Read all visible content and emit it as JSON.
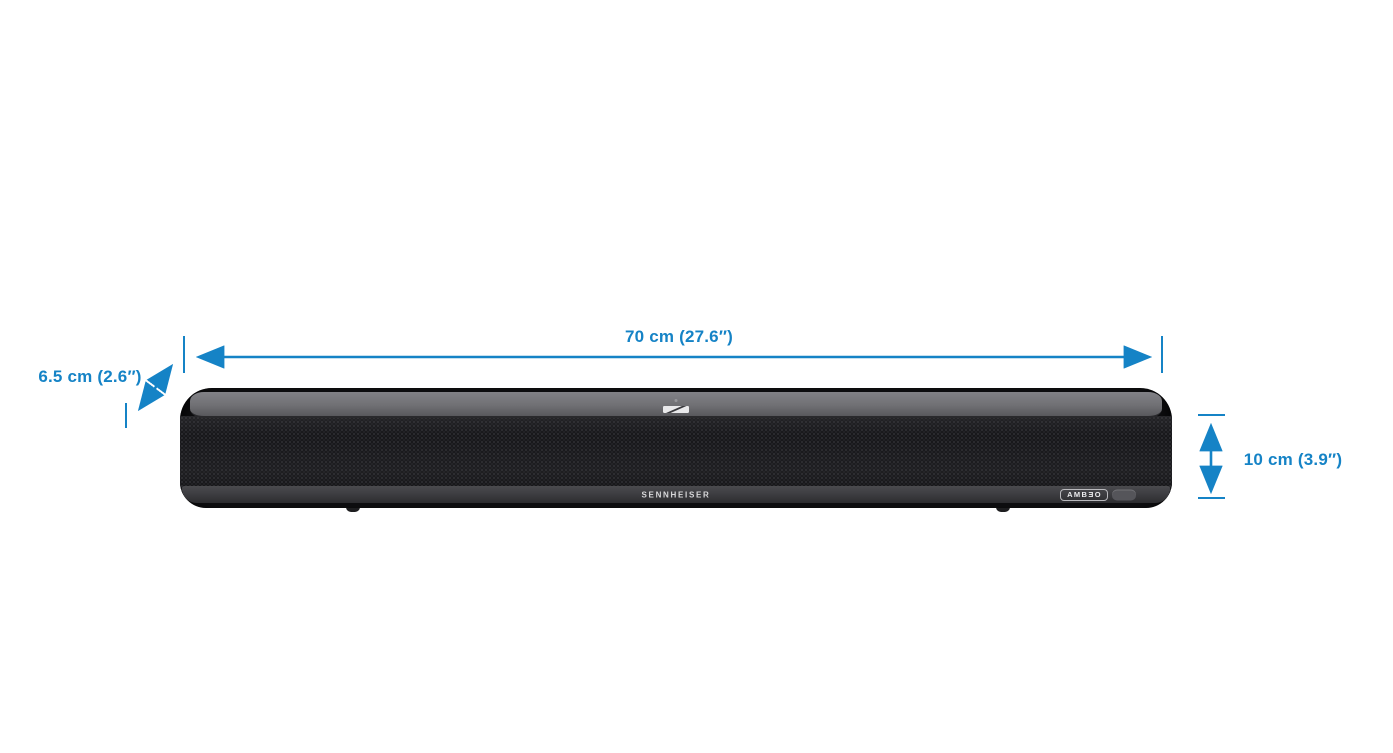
{
  "colors": {
    "accent": "#1583c6",
    "page-bg": "#ffffff"
  },
  "diagram": {
    "type": "product-dimension-diagram",
    "dimensions": {
      "width_label": "70 cm (27.6″)",
      "depth_label": "6.5 cm (2.6″)",
      "height_label": "10 cm (3.9″)"
    }
  },
  "product": {
    "kind": "soundbar",
    "brand_label": "SENNHEISER",
    "badge_label": "AMBƎO"
  },
  "icons": {
    "logo": "sennheiser-logo-icon",
    "width_arrow": "horizontal-double-arrow-icon",
    "depth_arrow": "diagonal-double-arrow-icon",
    "height_arrow": "vertical-double-arrow-icon"
  }
}
